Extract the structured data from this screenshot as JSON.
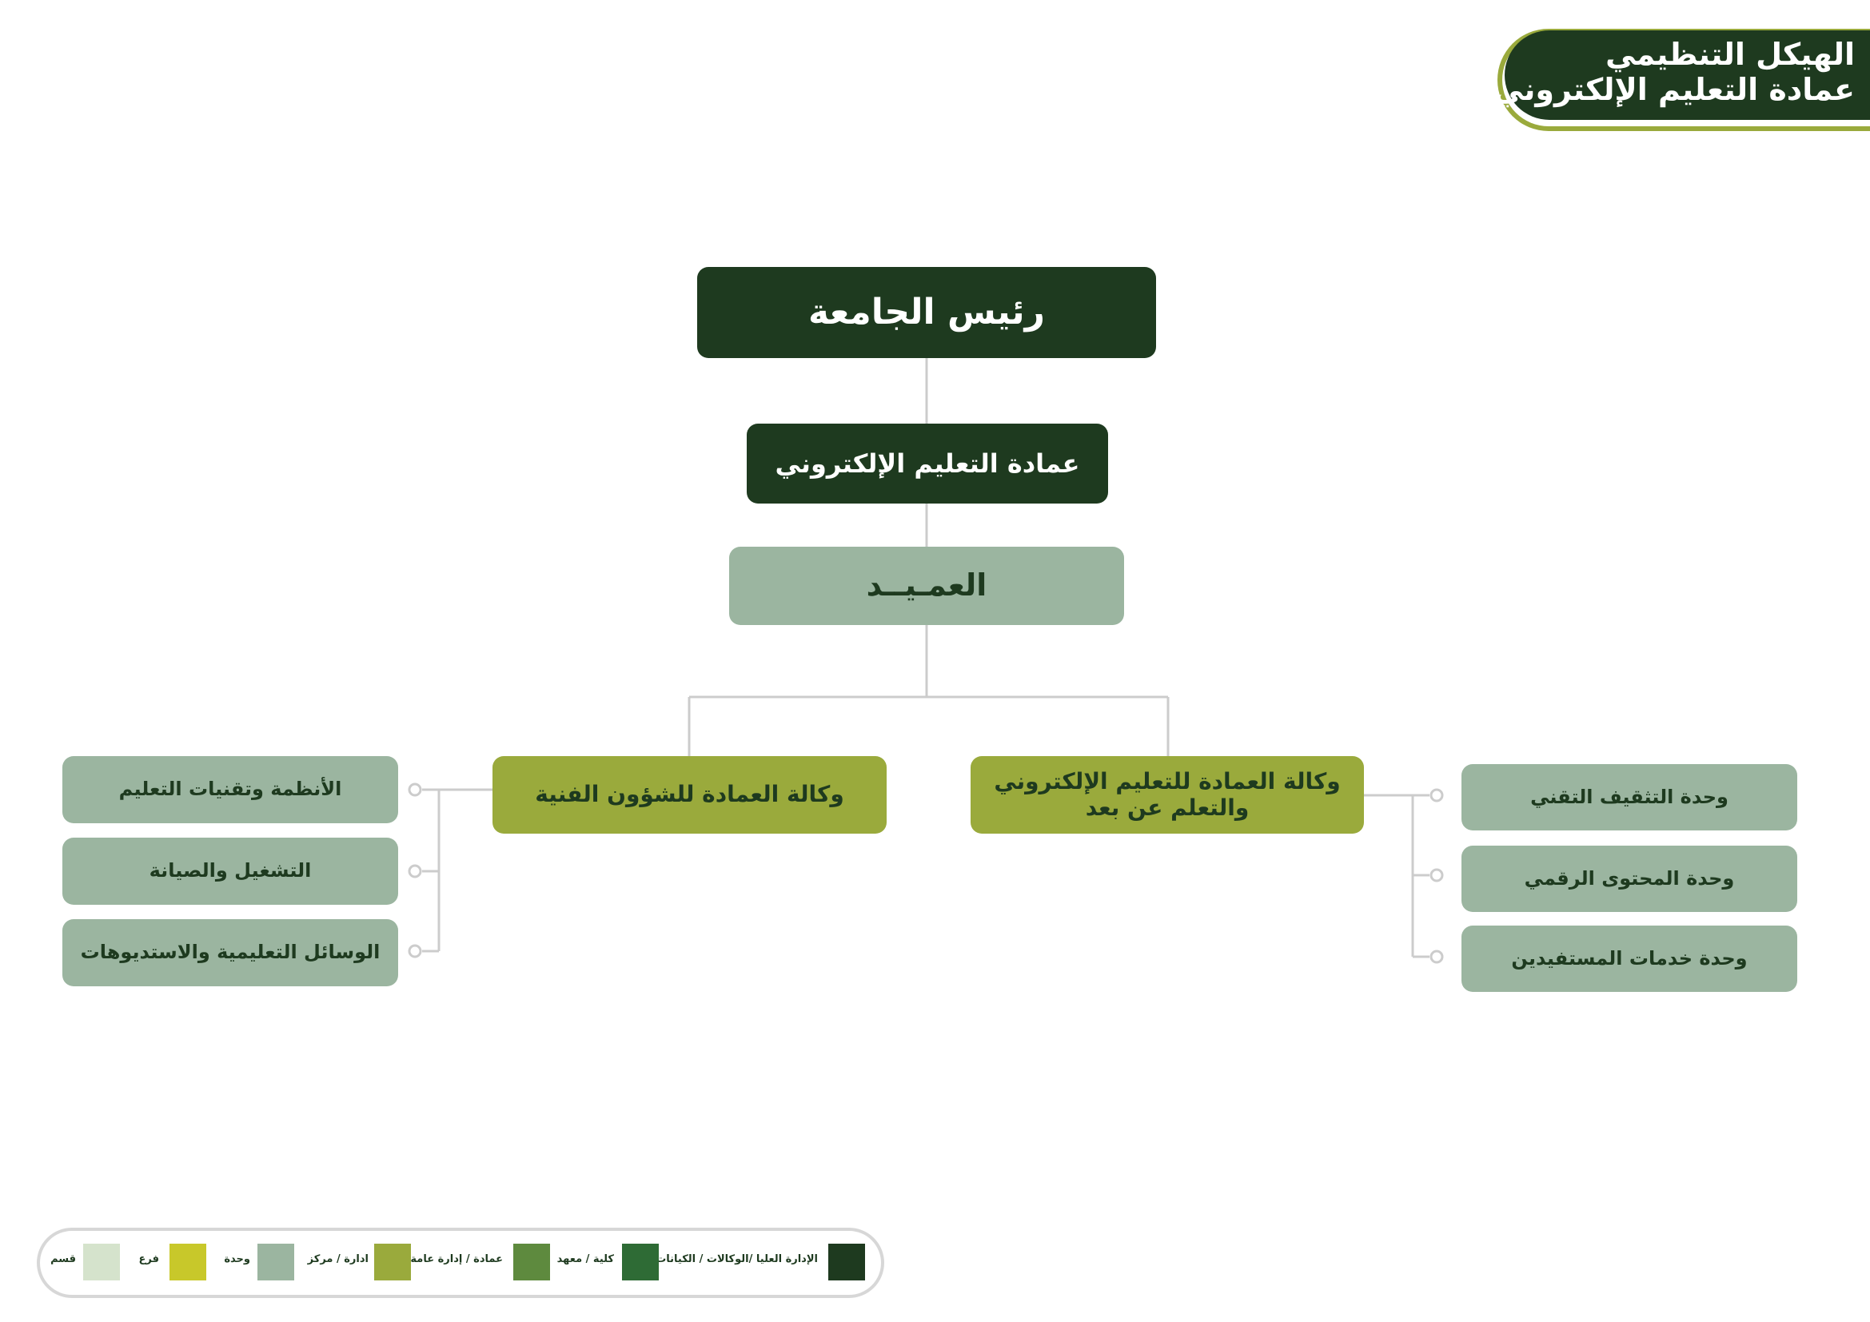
{
  "header": {
    "title_line1": "الهيكل التنظيمي",
    "title_line2": "عمادة التعليم الإلكتروني"
  },
  "chart": {
    "president": "رئيس الجامعة",
    "deanship": "عمادة التعليم الإلكتروني",
    "dean": "العمـيــد",
    "vice_technical": "وكالة العمادة للشؤون الفنية",
    "vice_elearning_line1": "وكالة العمادة للتعليم الإلكتروني",
    "vice_elearning_line2": "والتعلم عن بعد",
    "technical_units": [
      "الأنظمة وتقنيات التعليم",
      "التشغيل والصيانة",
      "الوسائل التعليمية والاستديوهات"
    ],
    "elearning_units": [
      "وحدة التثقيف التقني",
      "وحدة المحتوى الرقمي",
      "وحدة خدمات المستفيدين"
    ]
  },
  "legend": [
    {
      "label": "الإدارة العليا /الوكالات / الكيانات",
      "color": "#1e3a1f"
    },
    {
      "label": "كلية / معهد",
      "color": "#2e6b35"
    },
    {
      "label": "عمادة / إدارة عامة",
      "color": "#5e8a3e"
    },
    {
      "label": "ادارة / مركز",
      "color": "#9aaa3c"
    },
    {
      "label": "وحدة",
      "color": "#9bb5a0"
    },
    {
      "label": "فرع",
      "color": "#c8c82a"
    },
    {
      "label": "قسم",
      "color": "#d5e3cc"
    }
  ],
  "colors": {
    "dark_green": "#1e3a1f",
    "olive": "#9aaa3c",
    "sage": "#9bb5a0",
    "connector": "#cccccc"
  }
}
